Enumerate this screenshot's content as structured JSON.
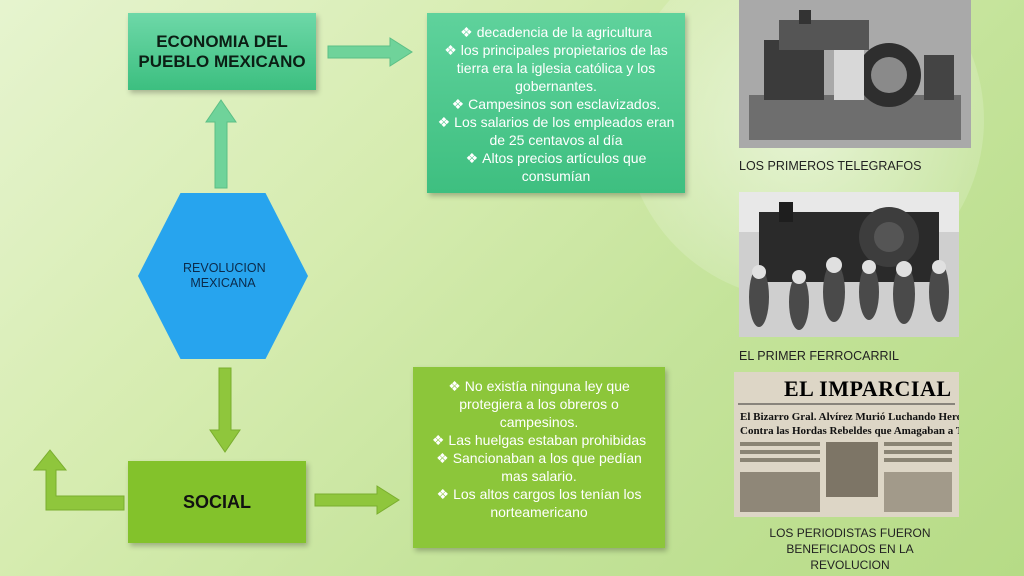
{
  "economia": {
    "title": "ECONOMIA DEL PUEBLO MEXICANO",
    "items": [
      "decadencia de la agricultura",
      "los principales propietarios de las tierra era la iglesia católica y los gobernantes.",
      "Campesinos son esclavizados.",
      "Los salarios de los empleados eran de 25 centavos al día",
      "Altos precios artículos que consumían"
    ]
  },
  "center": {
    "label": "REVOLUCION MEXICANA"
  },
  "social": {
    "title": "SOCIAL",
    "items": [
      "No existía ninguna ley que protegiera a los obreros o campesinos.",
      "Las huelgas estaban prohibidas",
      "Sancionaban a los que pedían mas salario.",
      "Los altos cargos los tenían los norteamericano"
    ]
  },
  "photos": {
    "telegrafos_caption": "LOS PRIMEROS TELEGRAFOS",
    "ferrocarril_caption": "EL PRIMER FERROCARRIL",
    "periodistas_caption": "LOS PERIODISTAS FUERON BENEFICIADOS EN LA REVOLUCION",
    "newspaper_masthead": "EL IMPARCIAL",
    "newspaper_headline_1": "El Bizarro Gral. Alvírez Murió Luchando Heroicamente",
    "newspaper_headline_2": "Contra las Hordas Rebeldes que Amagaban a Torreón"
  },
  "bullet_symbol": "❖",
  "colors": {
    "economia_box": "#4cc98e",
    "social_box": "#8cc63a",
    "hexagon": "#27a4ee",
    "arrow_green": "#6fd39a",
    "arrow_lime": "#8fc63c"
  }
}
